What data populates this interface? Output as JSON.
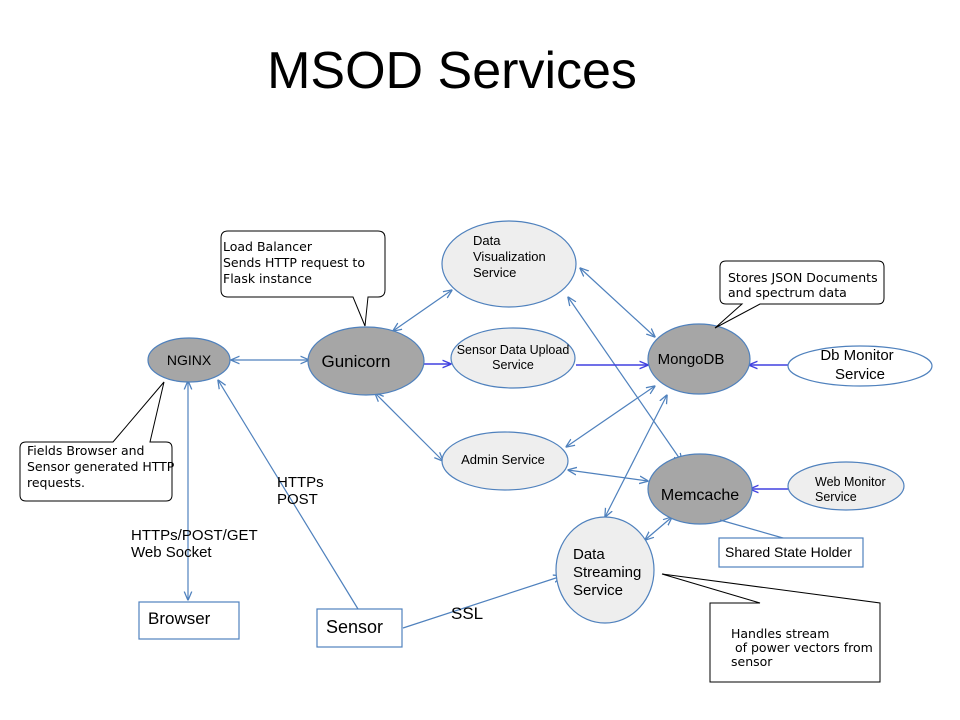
{
  "slide": {
    "title": "MSOD Services"
  },
  "nodes": {
    "nginx": {
      "label": "NGINX"
    },
    "gunicorn": {
      "label": "Gunicorn"
    },
    "data_viz": {
      "lines": [
        "Data",
        "Visualization",
        "Service"
      ]
    },
    "sensor_upload": {
      "lines": [
        "Sensor Data Upload",
        "Service"
      ]
    },
    "admin": {
      "label": "Admin Service"
    },
    "mongodb": {
      "label": "MongoDB"
    },
    "db_monitor": {
      "lines": [
        "Db Monitor",
        "Service"
      ]
    },
    "memcache": {
      "label": "Memcache"
    },
    "web_monitor": {
      "lines": [
        "Web Monitor",
        "Service"
      ]
    },
    "data_streaming": {
      "lines": [
        "Data",
        "Streaming",
        "Service"
      ]
    },
    "browser": {
      "label": "Browser"
    },
    "sensor": {
      "label": "Sensor"
    },
    "shared_state": {
      "label": "Shared State Holder"
    }
  },
  "notes": {
    "load_balancer": [
      "Load Balancer",
      "Sends HTTP request to",
      "Flask instance"
    ],
    "json_docs": [
      "Stores JSON Documents",
      "and spectrum data"
    ],
    "fields_browser": [
      "Fields Browser and",
      "Sensor generated HTTP",
      "requests."
    ],
    "stream": [
      "Handles stream",
      " of power vectors from",
      "sensor"
    ]
  },
  "edge_labels": {
    "browser_nginx": [
      "HTTPs/POST/GET",
      "Web Socket"
    ],
    "sensor_nginx": [
      "HTTPs",
      "POST"
    ],
    "sensor_streaming": "SSL"
  },
  "colors": {
    "line": "#4f81bd",
    "strong_line": "#4040e0",
    "node_dark": "#a6a6a6",
    "node_light": "#eeeeee",
    "stroke": "#4f81bd"
  }
}
